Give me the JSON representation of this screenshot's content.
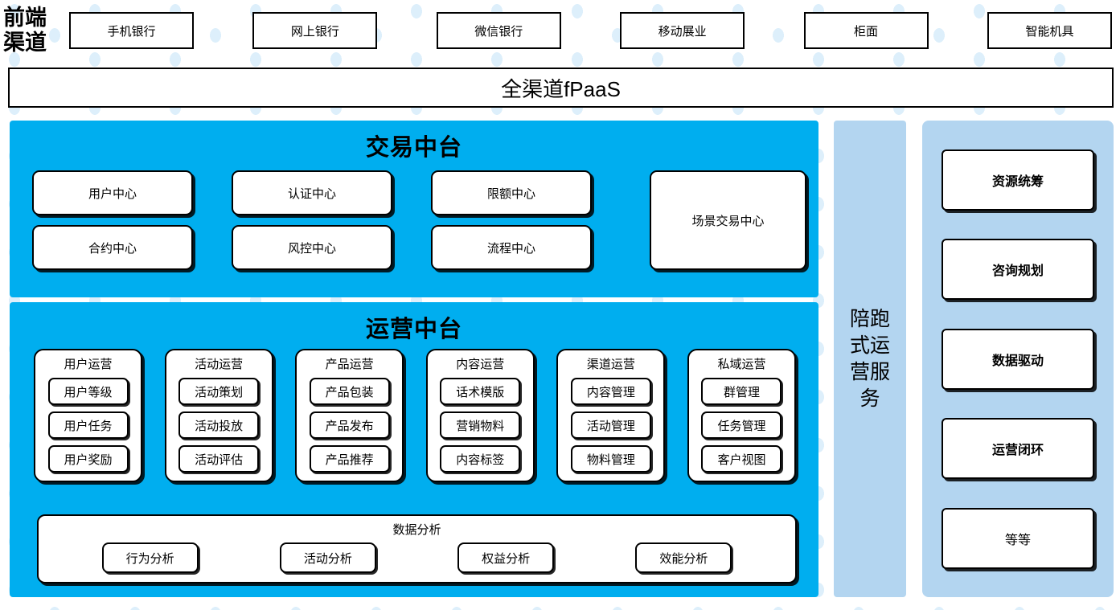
{
  "front_channels": {
    "label": "前端\n渠道",
    "label_line1": "前端",
    "label_line2": "渠道",
    "items": [
      {
        "label": "手机银行"
      },
      {
        "label": "网上银行"
      },
      {
        "label": "微信银行"
      },
      {
        "label": "移动展业"
      },
      {
        "label": "柜面"
      },
      {
        "label": "智能机具"
      }
    ]
  },
  "platform_bar": {
    "label": "全渠道fPaaS"
  },
  "trade_center": {
    "title": "交易中台",
    "columns": [
      {
        "cells": [
          {
            "label": "用户中心"
          },
          {
            "label": "合约中心"
          }
        ]
      },
      {
        "cells": [
          {
            "label": "认证中心"
          },
          {
            "label": "风控中心"
          }
        ]
      },
      {
        "cells": [
          {
            "label": "限额中心"
          },
          {
            "label": "流程中心"
          }
        ]
      }
    ],
    "scene_box": {
      "label": "场景交易中心"
    }
  },
  "ops_center": {
    "title": "运营中台",
    "groups": [
      {
        "title": "用户运营",
        "items": [
          {
            "label": "用户等级"
          },
          {
            "label": "用户任务"
          },
          {
            "label": "用户奖励"
          }
        ]
      },
      {
        "title": "活动运营",
        "items": [
          {
            "label": "活动策划"
          },
          {
            "label": "活动投放"
          },
          {
            "label": "活动评估"
          }
        ]
      },
      {
        "title": "产品运营",
        "items": [
          {
            "label": "产品包装"
          },
          {
            "label": "产品发布"
          },
          {
            "label": "产品推荐"
          }
        ]
      },
      {
        "title": "内容运营",
        "items": [
          {
            "label": "话术模版"
          },
          {
            "label": "营销物料"
          },
          {
            "label": "内容标签"
          }
        ]
      },
      {
        "title": "渠道运营",
        "items": [
          {
            "label": "内容管理"
          },
          {
            "label": "活动管理"
          },
          {
            "label": "物料管理"
          }
        ]
      },
      {
        "title": "私域运营",
        "items": [
          {
            "label": "群管理"
          },
          {
            "label": "任务管理"
          },
          {
            "label": "客户视图"
          }
        ]
      }
    ],
    "data_analysis": {
      "title": "数据分析",
      "items": [
        {
          "label": "行为分析"
        },
        {
          "label": "活动分析"
        },
        {
          "label": "权益分析"
        },
        {
          "label": "效能分析"
        }
      ]
    }
  },
  "escort_service": {
    "label": "陪跑式运营服务"
  },
  "service_panel": {
    "cards": [
      {
        "label": "资源统筹",
        "bold": true
      },
      {
        "label": "咨询规划",
        "bold": true
      },
      {
        "label": "数据驱动",
        "bold": true
      },
      {
        "label": "运营闭环",
        "bold": true
      },
      {
        "label": "等等",
        "bold": false
      }
    ]
  },
  "colors": {
    "panel_cyan": "#00AEEF",
    "panel_light_blue": "#b3d5f0",
    "background_dot": "#ddeffb",
    "box_border": "#000000",
    "box_fill": "#ffffff"
  }
}
